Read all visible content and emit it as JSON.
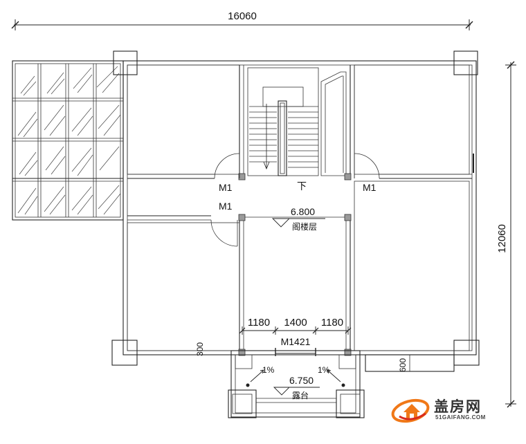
{
  "dimensions": {
    "overall_width": "16060",
    "overall_depth": "12060",
    "stair_left_span": "1180",
    "stair_mid_span": "1400",
    "stair_right_span": "1180",
    "wall_offset": "300",
    "bench_depth": "600"
  },
  "doors": {
    "m1_upper_left": "M1",
    "m1_upper_right": "M1",
    "m1_lower_left": "M1",
    "balcony_door": "M1421"
  },
  "levels": {
    "attic_elevation": "6.800",
    "attic_label": "阁楼层",
    "terrace_elevation": "6.750",
    "terrace_label": "露台"
  },
  "slopes": {
    "left_slope": "1%",
    "right_slope": "1%"
  },
  "stair": {
    "down_label": "下"
  },
  "watermark": {
    "site_name": "盖房网",
    "site_url": "51GAIFANG.COM",
    "colors": {
      "orange": "#f07818",
      "red": "#d82a1e",
      "gray": "#555555"
    }
  }
}
